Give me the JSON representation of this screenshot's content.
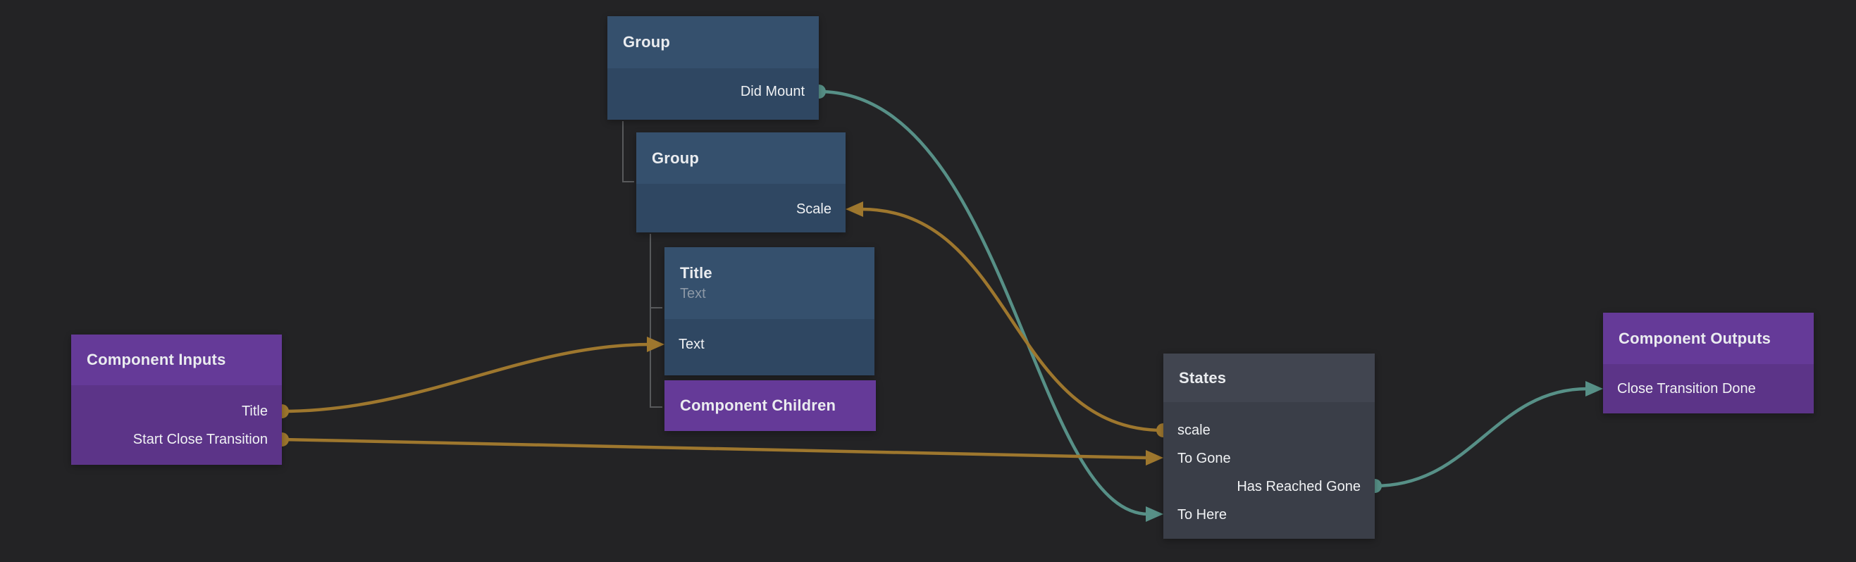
{
  "canvas": {
    "background": "#232325"
  },
  "colors": {
    "orange": "#9E772E",
    "teal": "#579087",
    "connector": "#58595B",
    "blue_header": "#35506D",
    "blue_body": "#2F4762",
    "purple_header": "#653A98",
    "purple_body": "#5C3488",
    "gray_header": "#414550",
    "gray_body": "#3A3E48"
  },
  "nodes": {
    "group1": {
      "title": "Group",
      "rows": [
        {
          "label": "Did Mount",
          "port": "output-dot",
          "side": "right",
          "color": "teal"
        }
      ]
    },
    "group2": {
      "title": "Group",
      "rows": [
        {
          "label": "Scale",
          "port": "input-arrow",
          "side": "right",
          "color": "orange"
        }
      ]
    },
    "titleText": {
      "title": "Title",
      "subtitle": "Text",
      "rows": [
        {
          "label": "Text",
          "port": "input-arrow",
          "side": "left",
          "color": "orange"
        }
      ]
    },
    "children": {
      "title": "Component Children"
    },
    "inputs": {
      "title": "Component Inputs",
      "rows": [
        {
          "label": "Title",
          "port": "output-dot",
          "side": "right",
          "color": "orange"
        },
        {
          "label": "Start Close Transition",
          "port": "output-dot",
          "side": "right",
          "color": "orange"
        }
      ]
    },
    "states": {
      "title": "States",
      "rows": [
        {
          "label": "scale",
          "port": "output-dot",
          "side": "left",
          "color": "orange"
        },
        {
          "label": "To Gone",
          "port": "input-arrow",
          "side": "left",
          "color": "orange"
        },
        {
          "label": "Has Reached Gone",
          "port": "output-dot",
          "side": "right",
          "color": "teal"
        },
        {
          "label": "To Here",
          "port": "input-arrow",
          "side": "left",
          "color": "teal"
        }
      ]
    },
    "outputs": {
      "title": "Component Outputs",
      "rows": [
        {
          "label": "Close Transition Done",
          "port": "input-arrow",
          "side": "left",
          "color": "teal"
        }
      ]
    }
  },
  "edges": [
    {
      "from": "Component Inputs.Title",
      "to": "Title.Text",
      "color": "orange"
    },
    {
      "from": "Component Inputs.Start Close Transition",
      "to": "States.To Gone",
      "color": "orange"
    },
    {
      "from": "States.scale",
      "to": "Group.Scale",
      "color": "orange"
    },
    {
      "from": "Group.Did Mount",
      "to": "States.To Here",
      "color": "teal"
    },
    {
      "from": "States.Has Reached Gone",
      "to": "Component Outputs.Close Transition Done",
      "color": "teal"
    }
  ],
  "hierarchy": [
    {
      "parent": "Group",
      "child": "Group"
    },
    {
      "parent": "Group",
      "children": [
        "Title",
        "Component Children"
      ]
    }
  ]
}
